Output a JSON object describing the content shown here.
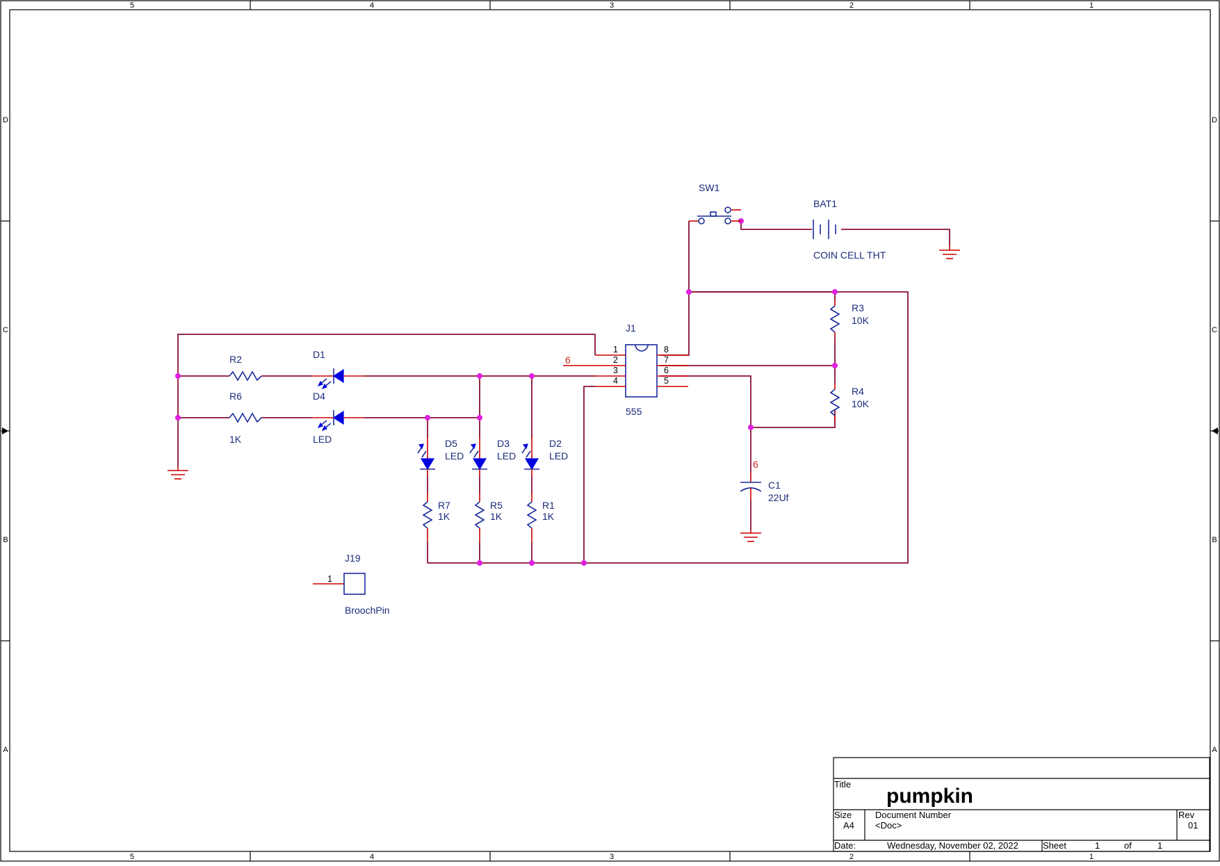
{
  "frame": {
    "columns": [
      "5",
      "4",
      "3",
      "2",
      "1"
    ],
    "rows": [
      "D",
      "C",
      "B",
      "A"
    ]
  },
  "components": {
    "sw1": {
      "ref": "SW1"
    },
    "bat1": {
      "ref": "BAT1",
      "value": "COIN CELL THT"
    },
    "r3": {
      "ref": "R3",
      "value": "10K"
    },
    "r4": {
      "ref": "R4",
      "value": "10K"
    },
    "j1": {
      "ref": "J1",
      "value": "555",
      "pins_left": [
        "1",
        "2",
        "3",
        "4"
      ],
      "pins_right": [
        "8",
        "7",
        "6",
        "5"
      ]
    },
    "r2": {
      "ref": "R2"
    },
    "r6": {
      "ref": "R6",
      "value": "1K"
    },
    "d1": {
      "ref": "D1"
    },
    "d4": {
      "ref": "D4",
      "value": "LED"
    },
    "d5": {
      "ref": "D5",
      "value": "LED"
    },
    "d3": {
      "ref": "D3",
      "value": "LED"
    },
    "d2": {
      "ref": "D2",
      "value": "LED"
    },
    "r7": {
      "ref": "R7",
      "value": "1K"
    },
    "r5": {
      "ref": "R5",
      "value": "1K"
    },
    "r1": {
      "ref": "R1",
      "value": "1K"
    },
    "c1": {
      "ref": "C1",
      "value": "22Uf"
    },
    "j19": {
      "ref": "J19",
      "value": "BroochPin",
      "pin": "1"
    }
  },
  "net_labels": {
    "trig": "6",
    "cap": "6"
  },
  "title_block": {
    "title_label": "Title",
    "title": "pumpkin",
    "size_label": "Size",
    "size": "A4",
    "doc_label": "Document Number",
    "doc": "<Doc>",
    "rev_label": "Rev",
    "rev": "01",
    "date_label": "Date:",
    "date": "Wednesday, November 02, 2022",
    "sheet_label": "Sheet",
    "sheet": "1",
    "of_label": "of",
    "sheet_total": "1"
  }
}
